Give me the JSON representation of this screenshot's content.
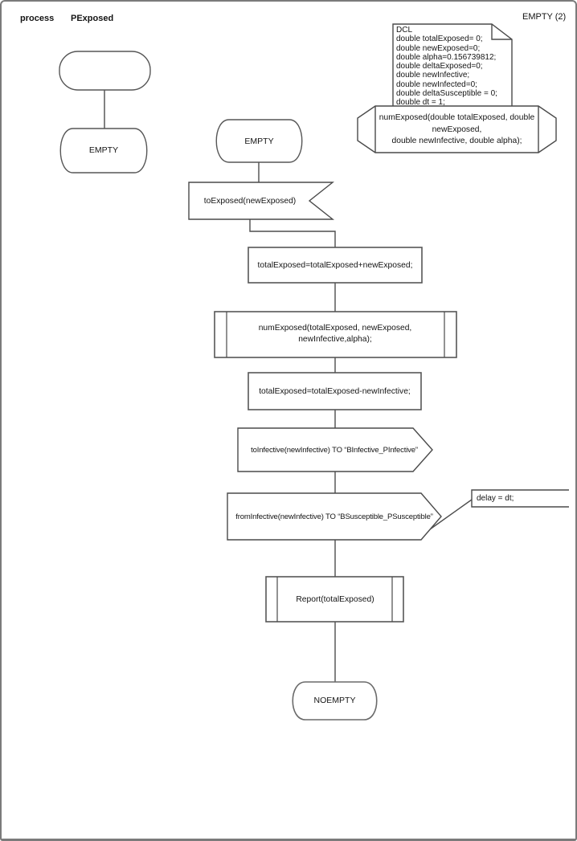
{
  "header": {
    "kind_keyword": "process",
    "process_name": "PExposed",
    "page_label": "EMPTY (2)"
  },
  "declarations": {
    "dcl_lines": [
      "DCL",
      "double totalExposed= 0;",
      "double newExposed=0;",
      "double alpha=0.156739812;",
      "double deltaExposed=0;",
      "double newInfective;",
      "double newInfected=0;",
      "double deltaSusceptible = 0;",
      "double dt = 1;"
    ],
    "procedure_signature_line1": "numExposed(double totalExposed, double newExposed,",
    "procedure_signature_line2": "double newInfective, double alpha);"
  },
  "nodes": {
    "state_empty_left": "EMPTY",
    "state_empty_mid": "EMPTY",
    "input_signal": "toExposed(newExposed)",
    "task_add": "totalExposed=totalExposed+newExposed;",
    "call_numexposed_line1": "numExposed(totalExposed, newExposed,",
    "call_numexposed_line2": "newInfective,alpha);",
    "task_sub": "totalExposed=totalExposed-newInfective;",
    "output_toinfective": "toInfective(newInfective) TO “BInfective_PInfective”",
    "output_frominfective": "fromInfective(newInfective) TO “BSusceptible_PSusceptible”",
    "comment_delay": "delay = dt;",
    "call_report": "Report(totalExposed)",
    "state_noempty": "NOEMPTY"
  },
  "colors": {
    "shape_stroke": "#4a4a4a",
    "connector_stroke": "#4d4d4d",
    "page_border": "#7b7b7b",
    "background": "#ffffff"
  }
}
